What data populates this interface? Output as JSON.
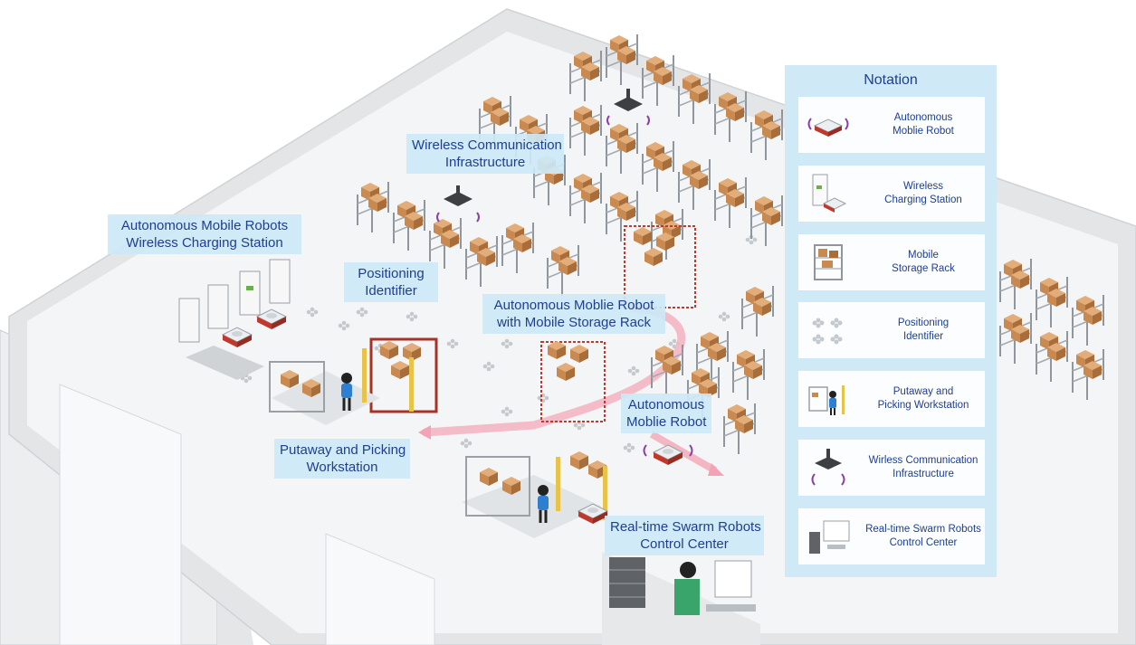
{
  "callouts": {
    "wireless_comm": [
      "Wireless Communication",
      "Infrastructure"
    ],
    "charging_station": [
      "Autonomous Mobile Robots",
      "Wireless Charging Station"
    ],
    "positioning": [
      "Positioning",
      "Identifier"
    ],
    "robot_with_rack": [
      "Autonomous Moblie Robot",
      "with Mobile Storage Rack"
    ],
    "amr": [
      "Autonomous",
      "Moblie Robot"
    ],
    "workstation": [
      "Putaway and Picking",
      "Workstation"
    ],
    "control_center": [
      "Real-time Swarm Robots",
      "Control Center"
    ]
  },
  "legend": {
    "title": "Notation",
    "items": [
      {
        "icon": "robot-icon",
        "lines": [
          "Autonomous",
          "Moblie Robot"
        ]
      },
      {
        "icon": "charging-station-icon",
        "lines": [
          "Wireless",
          "Charging Station"
        ]
      },
      {
        "icon": "storage-rack-icon",
        "lines": [
          "Mobile",
          "Storage Rack"
        ]
      },
      {
        "icon": "positioning-identifier-icon",
        "lines": [
          "Positioning",
          "Identifier"
        ]
      },
      {
        "icon": "workstation-icon",
        "lines": [
          "Putaway and",
          "Picking Workstation"
        ]
      },
      {
        "icon": "wireless-router-icon",
        "lines": [
          "Wirless Communication",
          "Infrastructure"
        ]
      },
      {
        "icon": "control-center-icon",
        "lines": [
          "Real-time Swarm Robots",
          "Control Center"
        ]
      }
    ]
  },
  "colors": {
    "label_text": "#1e3f8f",
    "callout_bg": "#cde8f6",
    "legend_bg": "#cfe9f7",
    "box": "#c98a52",
    "rack": "#9aa0a6",
    "rack_mobile": "#c0392b",
    "path": "#f3b6c3",
    "signal": "#8e3fa3"
  }
}
